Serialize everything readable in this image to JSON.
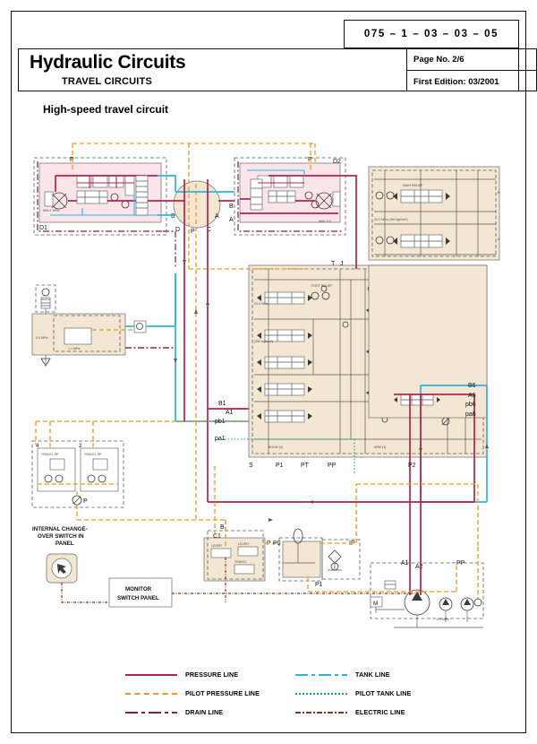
{
  "header": {
    "doc_code": "075 – 1 – 03 – 03 – 05",
    "title": "Hydraulic Circuits",
    "subtitle": "TRAVEL CIRCUITS",
    "page_no": "Page No. 2/6",
    "edition": "First Edition: 03/2001"
  },
  "section": {
    "title": "High-speed travel circuit"
  },
  "legend": {
    "items": [
      {
        "label": "PRESSURE LINE",
        "color": "#b3234b",
        "style": "solid",
        "col": 0,
        "row": 0
      },
      {
        "label": "PILOT PRESSURE LINE",
        "color": "#e59a2e",
        "style": "dashed",
        "col": 0,
        "row": 1
      },
      {
        "label": "DRAIN LINE",
        "color": "#7a2050",
        "style": "dashdot",
        "col": 0,
        "row": 2
      },
      {
        "label": "TANK LINE",
        "color": "#2eb4dd",
        "style": "dashdot",
        "col": 1,
        "row": 0
      },
      {
        "label": "PILOT TANK LINE",
        "color": "#1a9e8f",
        "style": "dotted",
        "col": 1,
        "row": 1
      },
      {
        "label": "ELECTRIC LINE",
        "color": "#7a3b20",
        "style": "electric",
        "col": 1,
        "row": 2
      }
    ]
  },
  "colors": {
    "pressure": "#b3234b",
    "pilot_pressure": "#e59a2e",
    "drain": "#7a2050",
    "tank": "#2eb4dd",
    "pilot_tank": "#1a9e8f",
    "electric": "#7a3b20",
    "block_fill": "#f3e7d3",
    "block_fill_pink": "#fbe4ea",
    "outline": "#4a4a4a",
    "paper": "#ffffff"
  },
  "diagram": {
    "labels": {
      "motor_left": [
        "P",
        "D1"
      ],
      "motor_right": [
        "P",
        "D2",
        "A",
        "B"
      ],
      "swivel": [
        "B",
        "A",
        "D",
        "P",
        "C"
      ],
      "control_valve_left": [
        "B1",
        "A1",
        "pb1",
        "pa1",
        "P1",
        "PT",
        "PP"
      ],
      "control_valve_right": [
        "B6",
        "A6",
        "pb6",
        "pa6",
        "P2"
      ],
      "solenoid_group": [
        "4",
        "2",
        "P"
      ],
      "pilot_valve": [
        "B",
        "C1",
        "P",
        "P0",
        "P1",
        "IP"
      ],
      "pump": [
        "A1",
        "A2",
        "PP",
        "M"
      ],
      "misc": [
        "T",
        "J",
        "S"
      ]
    },
    "annotations": {
      "switch_note": "INTERNAL CHANGE-\nOVER SWITCH IN\nPANEL",
      "monitor_panel": "MONITOR\nSWITCH PANEL"
    },
    "switch_note_lines": [
      "INTERNAL CHANGE-",
      "OVER SWITCH IN",
      "PANEL"
    ],
    "monitor_panel_lines": [
      "MONITOR",
      "SWITCH PANEL"
    ]
  }
}
